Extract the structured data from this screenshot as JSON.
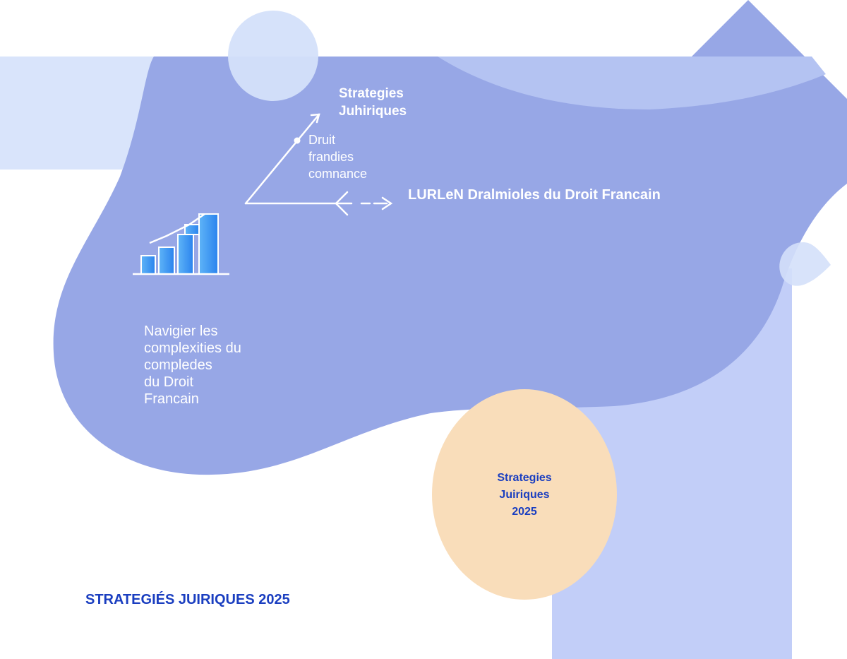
{
  "labels": {
    "top": "Strategies\nJuhiriques",
    "middle": "Druit\nfrandies\ncomnance",
    "right": "LURLeN Dralmioles du Droit Francain",
    "left": "Navigier les\ncomplexities du\ncompledes\ndu Droit\nFrancain",
    "circle": "Strategies\nJuiriques\n2025",
    "footer": "STRATEGIÉS JUIRIQUES 2025"
  },
  "colors": {
    "background": "#ffffff",
    "blob": "#97a7e6",
    "pale_panel": "#d9e4fb",
    "light_circle": "#d4e0fa",
    "peach_circle": "#f9ddba",
    "right_panel": "#c2cef8",
    "accent_blue": "#1a3ec0",
    "bar_blue": "#2f8ff0"
  },
  "icons": [
    "bar-chart-icon",
    "arrow-right-icon",
    "arrow-diagonal-icon"
  ]
}
